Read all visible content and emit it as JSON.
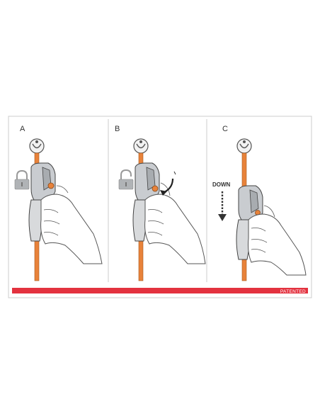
{
  "panels": [
    {
      "letter": "A",
      "lock_state": "locked"
    },
    {
      "letter": "B",
      "lock_state": "unlocked"
    },
    {
      "letter": "C",
      "lock_state": "none",
      "direction_label": "DOWN"
    }
  ],
  "footer": {
    "bar_label": "PATENTED"
  },
  "colors": {
    "rope": "#e8823a",
    "red_bar": "#e3323f",
    "outline": "#444444",
    "device": "#b8bcc0",
    "cam": "#e8823a",
    "border": "#cccccc"
  }
}
